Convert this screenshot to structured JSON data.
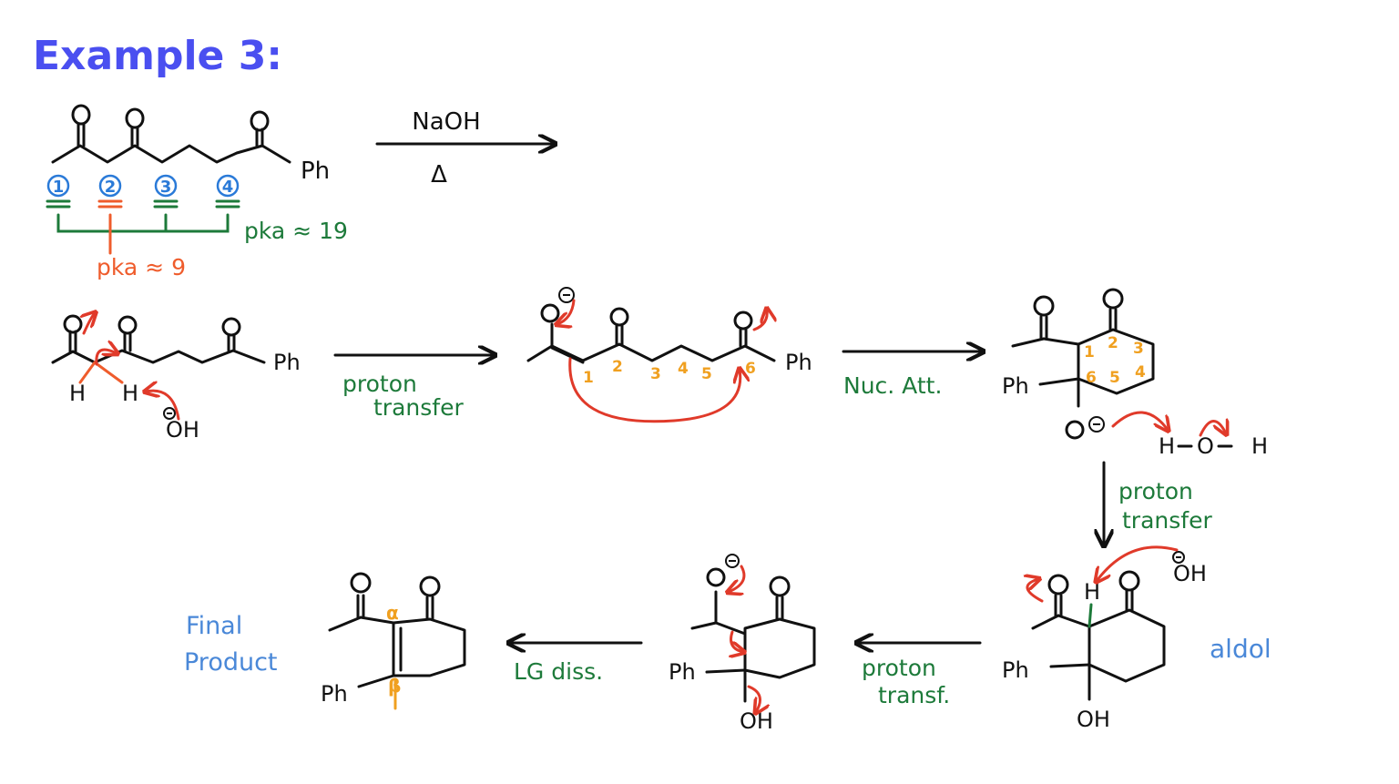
{
  "title": "Example 3:",
  "colors": {
    "title": "#4a4ff0",
    "green": "#1d7a3a",
    "orange": "#ef5c2c",
    "numbers": "#f0a020",
    "blue_circle": "#2a7ad8",
    "light_blue": "#4a88d8",
    "red": "#e03a2a",
    "black": "#111111"
  },
  "step1": {
    "reagent_top": "NaOH",
    "reagent_bottom": "Δ",
    "ph": "Ph",
    "alpha_positions": [
      "1",
      "2",
      "3",
      "4"
    ],
    "pka_green": "pka ≈ 19",
    "pka_orange": "pka ≈ 9"
  },
  "step2": {
    "ph": "Ph",
    "h_left": "H",
    "h_right": "H",
    "hydroxide": "OH",
    "arrow_label_line1": "proton",
    "arrow_label_line2": "transfer"
  },
  "step3": {
    "ph": "Ph",
    "numbers": [
      "1",
      "2",
      "3",
      "4",
      "5",
      "6"
    ],
    "arrow_label": "Nuc. Att."
  },
  "step4": {
    "ph": "Ph",
    "ring_numbers": [
      "1",
      "2",
      "3",
      "4",
      "5",
      "6"
    ],
    "oxide": "O",
    "water_h1": "H",
    "water_o": "O",
    "water_h2": "H",
    "down_label_line1": "proton",
    "down_label_line2": "transfer"
  },
  "step5": {
    "ph": "Ph",
    "oh": "OH",
    "h": "H",
    "hydroxide": "OH",
    "label": "aldol",
    "arrow_label_line1": "proton",
    "arrow_label_line2": "transf."
  },
  "step6": {
    "ph": "Ph",
    "oh": "OH",
    "arrow_label": "LG diss."
  },
  "step7": {
    "ph": "Ph",
    "alpha": "α",
    "beta": "β",
    "label_line1": "Final",
    "label_line2": "Product"
  }
}
